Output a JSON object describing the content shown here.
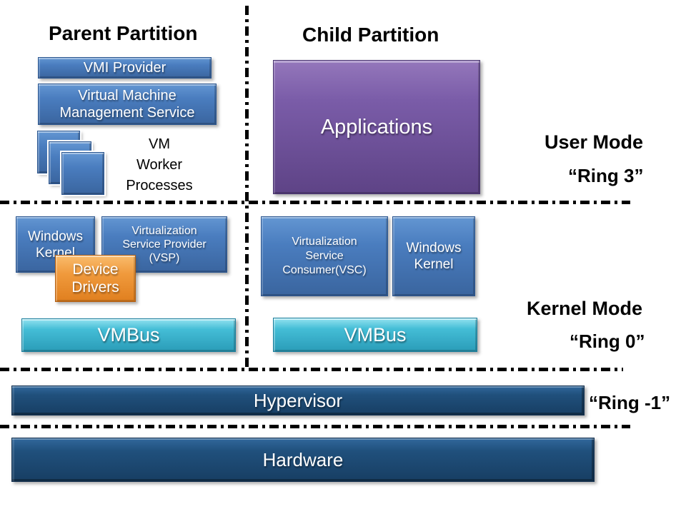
{
  "headings": {
    "parent": "Parent Partition",
    "child": "Child Partition"
  },
  "side_labels": {
    "user_mode": "User Mode",
    "ring3": "“Ring 3”",
    "kernel_mode": "Kernel Mode",
    "ring0": "“Ring 0”",
    "ring_minus_1": "“Ring -1”"
  },
  "parent_partition": {
    "vmi_provider": "VMI Provider",
    "vmms": "Virtual Machine Management Service",
    "vm_worker_processes": "VM\nWorker\nProcesses",
    "windows_kernel": "Windows Kernel",
    "vsp": "Virtualization Service Provider (VSP)",
    "device_drivers": "Device Drivers",
    "vmbus": "VMBus"
  },
  "child_partition": {
    "applications": "Applications",
    "vsc": "Virtualization Service Consumer(VSC)",
    "windows_kernel": "Windows Kernel",
    "vmbus": "VMBus"
  },
  "layers": {
    "hypervisor": "Hypervisor",
    "hardware": "Hardware"
  },
  "colors": {
    "box_blue": "#4a7dbf",
    "box_purple": "#7a5ca8",
    "box_orange": "#f09a3c",
    "box_cyan": "#3ab8d4",
    "bar_navy": "#1f4e79",
    "divider": "#000000",
    "text_on_box": "#ffffff",
    "text_heading": "#000000"
  }
}
